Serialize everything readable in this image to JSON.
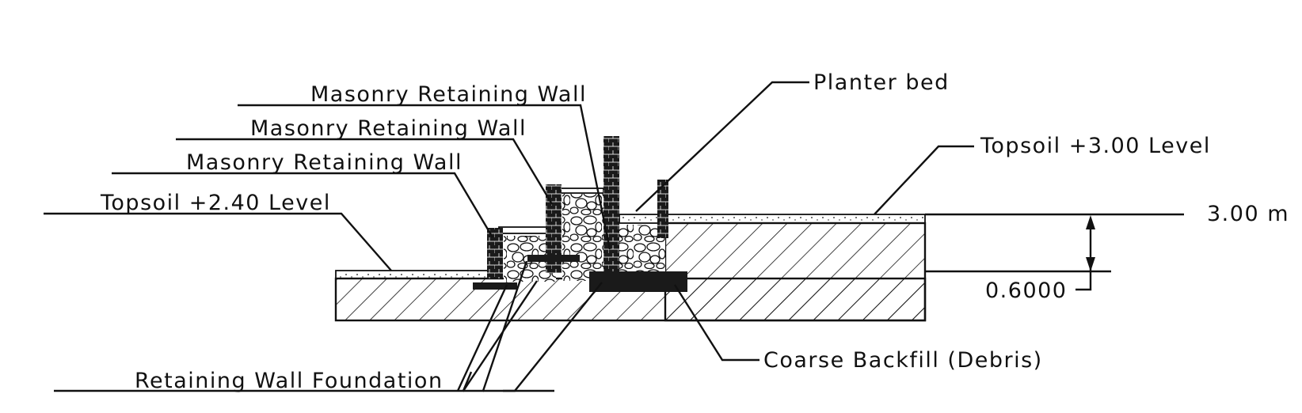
{
  "labels": {
    "masonry_wall_top": "Masonry Retaining Wall",
    "masonry_wall_mid": "Masonry Retaining Wall",
    "masonry_wall_low": "Masonry Retaining Wall",
    "topsoil_low": "Topsoil +2.40 Level",
    "planter_bed": "Planter bed",
    "topsoil_high": "Topsoil +3.00 Level",
    "level_value": "3.00 m",
    "dimension_value": "0.6000",
    "coarse_backfill": "Coarse Backfill (Debris)",
    "foundation": "Retaining Wall Foundation"
  },
  "colors": {
    "line": "#111111",
    "fill_dark": "#1a1a1a",
    "background": "#ffffff"
  }
}
